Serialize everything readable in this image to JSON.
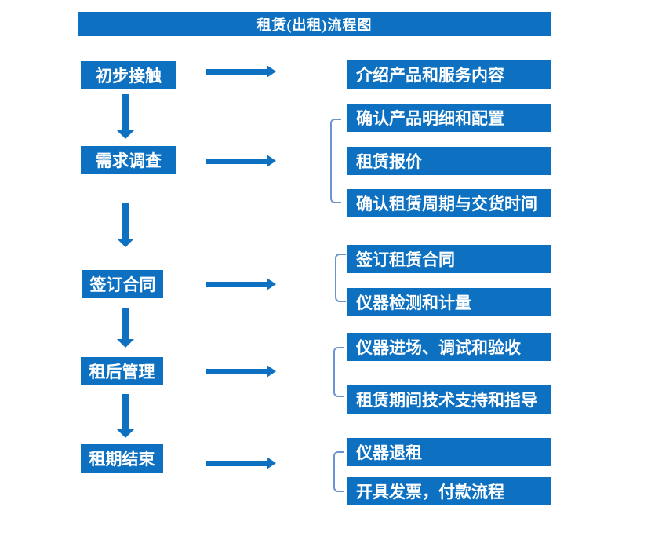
{
  "colors": {
    "primary": "#0d70c0",
    "bracket": "#6b93cc",
    "text": "#ffffff",
    "background": "#ffffff"
  },
  "title": "租赁(出租)流程图",
  "steps": [
    {
      "label": "初步接触",
      "outputs": [
        "介绍产品和服务内容"
      ]
    },
    {
      "label": "需求调查",
      "outputs": [
        "确认产品明细和配置",
        "租赁报价",
        "确认租赁周期与交货时间"
      ]
    },
    {
      "label": "签订合同",
      "outputs": [
        "签订租赁合同",
        "仪器检测和计量"
      ]
    },
    {
      "label": "租后管理",
      "outputs": [
        "仪器进场、调试和验收",
        "租赁期间技术支持和指导"
      ]
    },
    {
      "label": "租期结束",
      "outputs": [
        "仪器退租",
        "开具发票，付款流程"
      ]
    }
  ]
}
